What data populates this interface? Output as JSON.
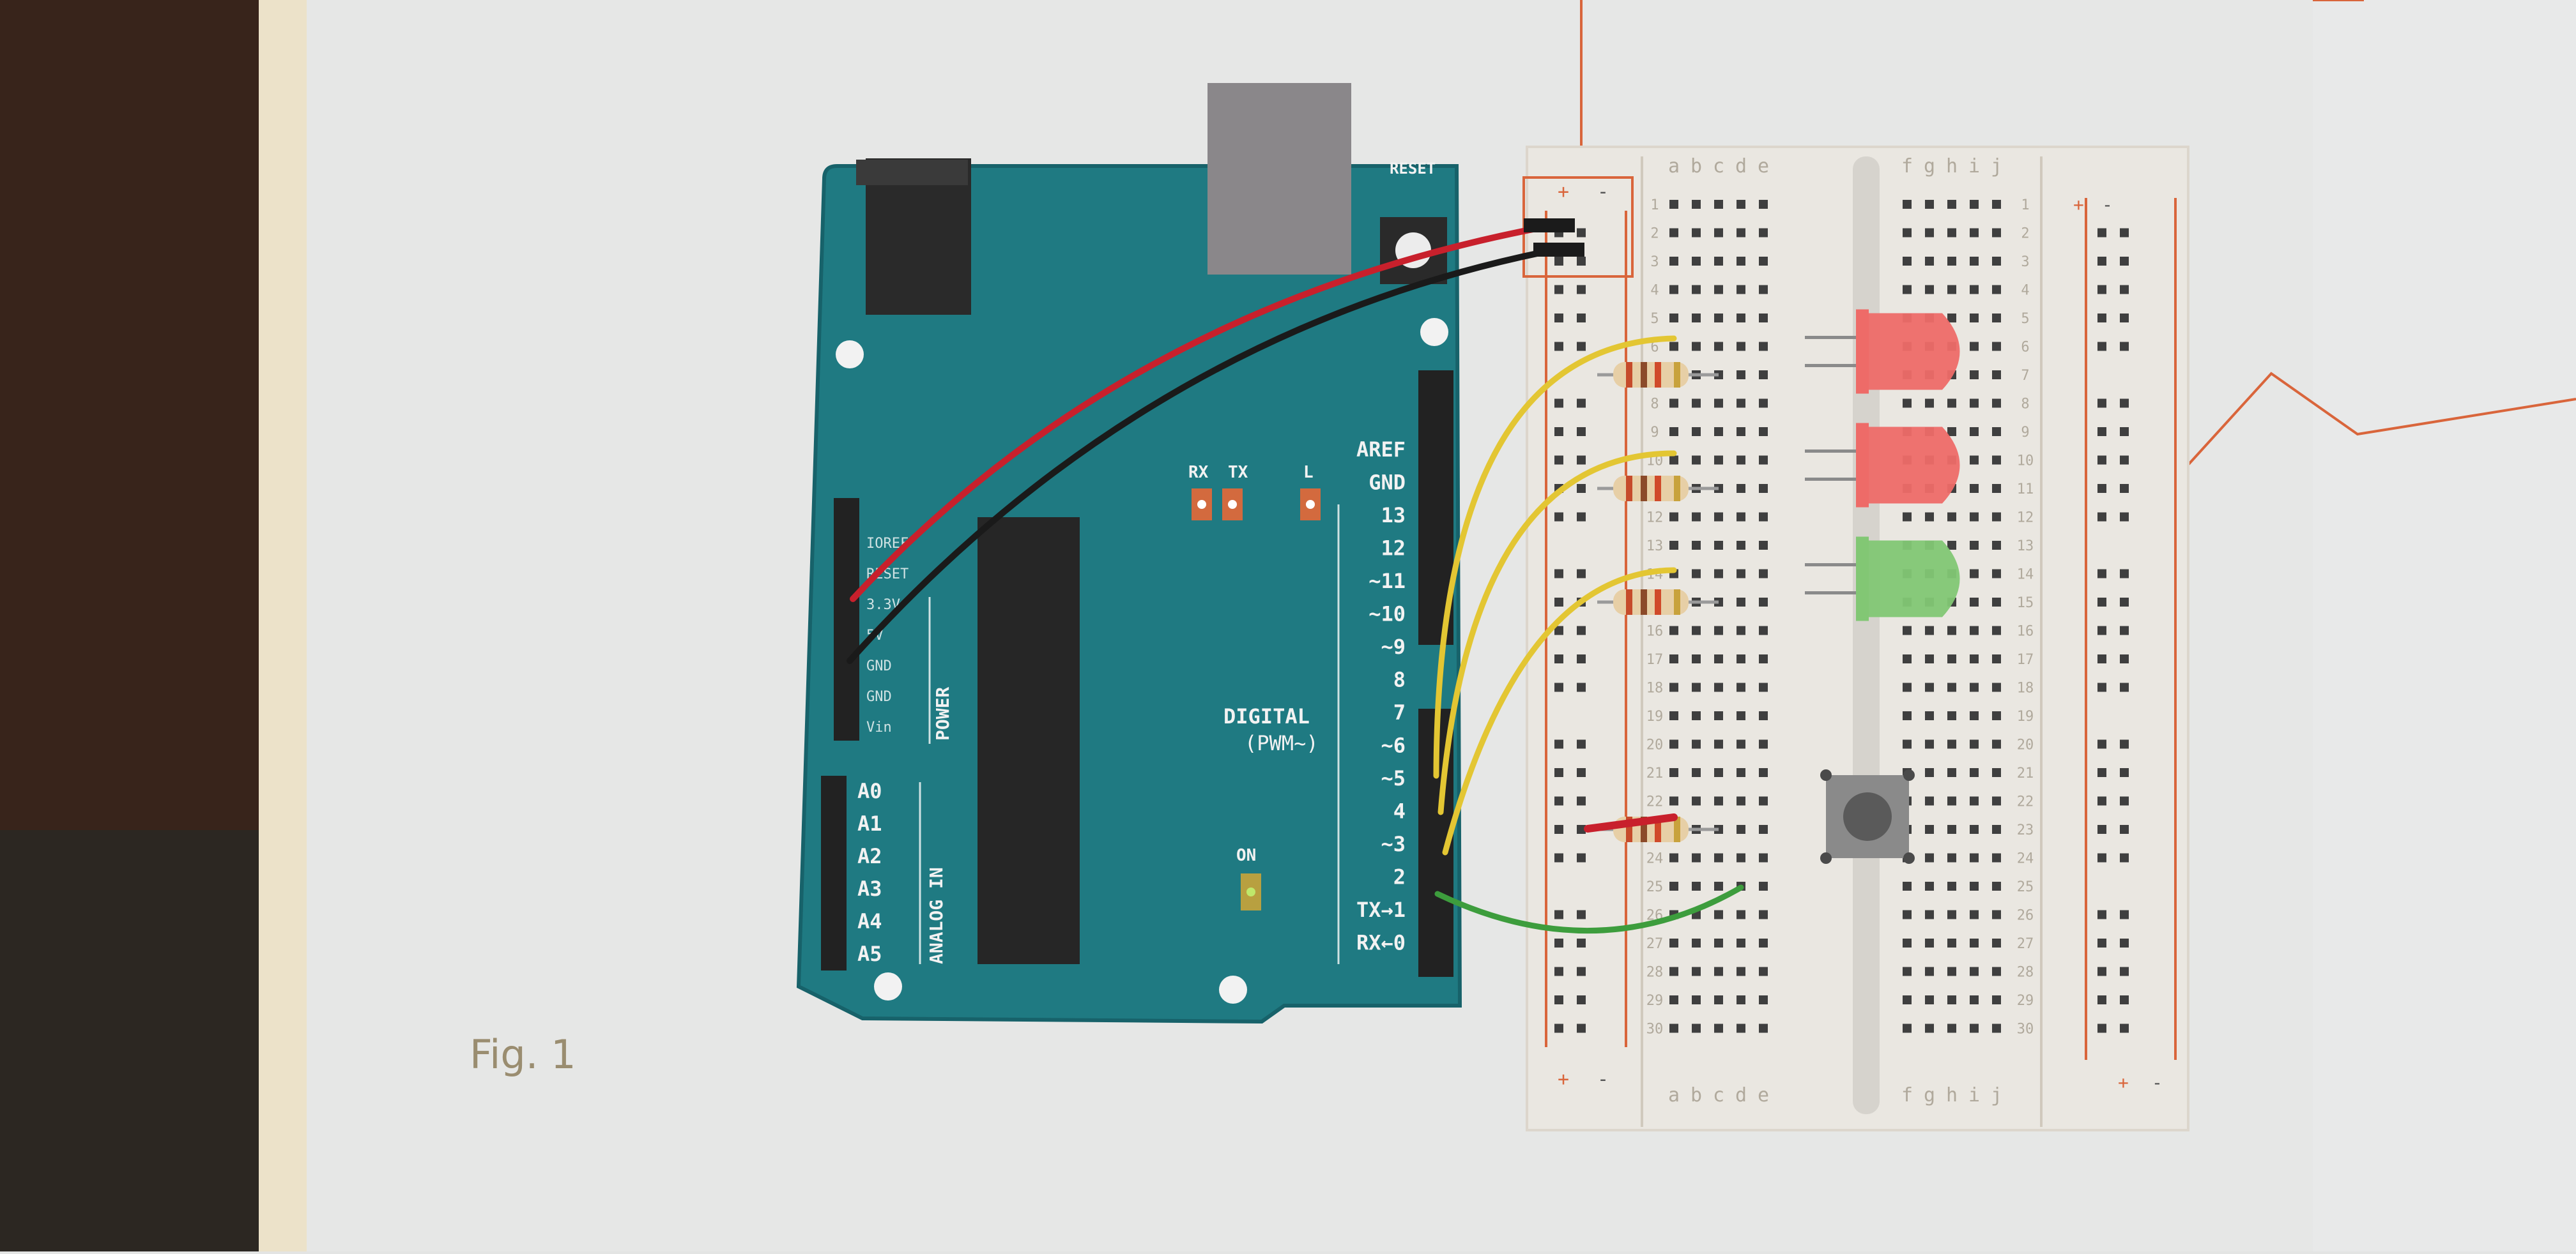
{
  "figure": {
    "caption": "Fig. 1"
  },
  "arduino": {
    "reset_label": "RESET",
    "digital_pins": [
      "AREF",
      "GND",
      "13",
      "12",
      "~11",
      "~10",
      "~9",
      "8",
      "7",
      "~6",
      "~5",
      "4",
      "~3",
      "2",
      "TX→1",
      "RX←0"
    ],
    "power_pins": [
      "IOREF",
      "RESET",
      "3.3V",
      "5V",
      "GND",
      "GND",
      "Vin"
    ],
    "power_label": "POWER",
    "analog_pins": [
      "A0",
      "A1",
      "A2",
      "A3",
      "A4",
      "A5"
    ],
    "analog_label": "ANALOG IN",
    "digital_label": "DIGITAL",
    "pwm_label": "(PWM~)",
    "led_labels": {
      "rx": "RX",
      "tx": "TX",
      "l": "L",
      "on": "ON"
    }
  },
  "breadboard": {
    "columns_left": [
      "a",
      "b",
      "c",
      "d",
      "e"
    ],
    "columns_right": [
      "f",
      "g",
      "h",
      "i",
      "j"
    ],
    "row_count": 30,
    "rail_plus": "+",
    "rail_minus": "-"
  },
  "components": {
    "leds": [
      {
        "color": "red",
        "row": 6
      },
      {
        "color": "red",
        "row": 10
      },
      {
        "color": "green",
        "row": 14
      }
    ],
    "resistor_rows": [
      7,
      11,
      15,
      23
    ],
    "button_row": 23
  },
  "colors": {
    "board": "#1f7a82",
    "wire_red": "#c8202c",
    "wire_black": "#1a1a1a",
    "wire_yellow": "#e3c633",
    "wire_green": "#3d9d3d",
    "led_red": "#ee6b68",
    "led_green": "#82c774",
    "guide_line": "#d9653b"
  }
}
